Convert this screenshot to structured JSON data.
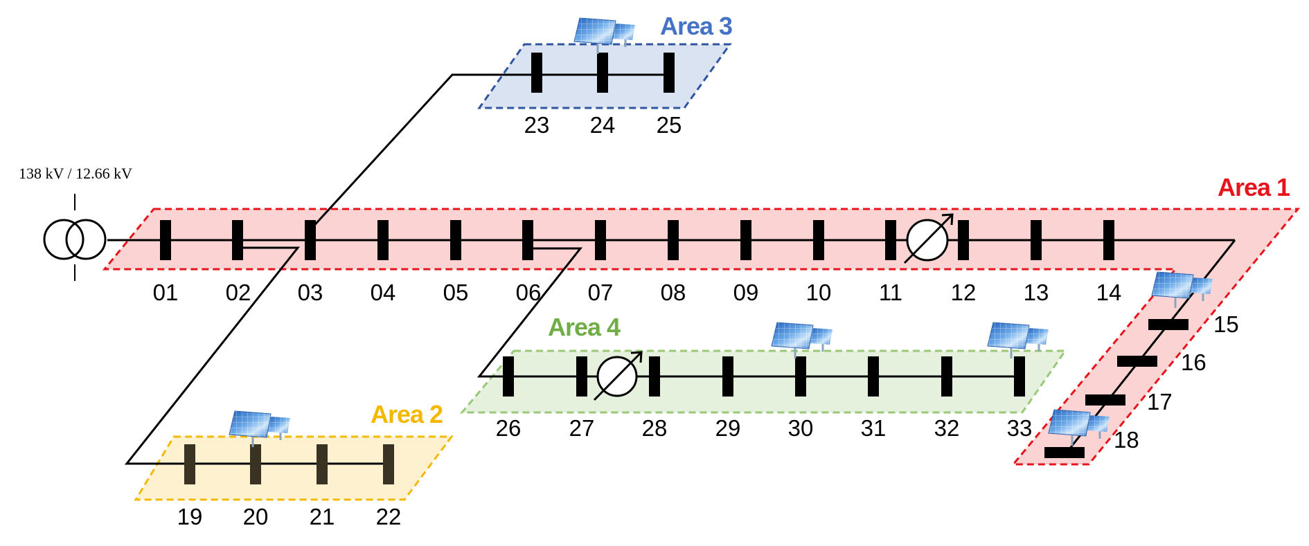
{
  "transformer": {
    "label": "138 kV / 12.66 kV"
  },
  "areas": [
    {
      "id": "area-1",
      "label": "Area 1",
      "color": "#e8141c",
      "fill": "#fcd3d3"
    },
    {
      "id": "area-2",
      "label": "Area 2",
      "color": "#f5b800",
      "fill": "#fdf1d0"
    },
    {
      "id": "area-3",
      "label": "Area 3",
      "color": "#2f55a0",
      "fill": "#dae3f2"
    },
    {
      "id": "area-4",
      "label": "Area 4",
      "color": "#6fb04a",
      "fill": "#e6f1dd"
    }
  ],
  "buses": {
    "b01": "01",
    "b02": "02",
    "b03": "03",
    "b04": "04",
    "b05": "05",
    "b06": "06",
    "b07": "07",
    "b08": "08",
    "b09": "09",
    "b10": "10",
    "b11": "11",
    "b12": "12",
    "b13": "13",
    "b14": "14",
    "b15": "15",
    "b16": "16",
    "b17": "17",
    "b18": "18",
    "b19": "19",
    "b20": "20",
    "b21": "21",
    "b22": "22",
    "b23": "23",
    "b24": "24",
    "b25": "25",
    "b26": "26",
    "b27": "27",
    "b28": "28",
    "b29": "29",
    "b30": "30",
    "b31": "31",
    "b32": "32",
    "b33": "33"
  },
  "icons": {
    "pv": "solar-panel-icon",
    "regulator": "voltage-regulator-icon",
    "transformer": "transformer-icon"
  }
}
